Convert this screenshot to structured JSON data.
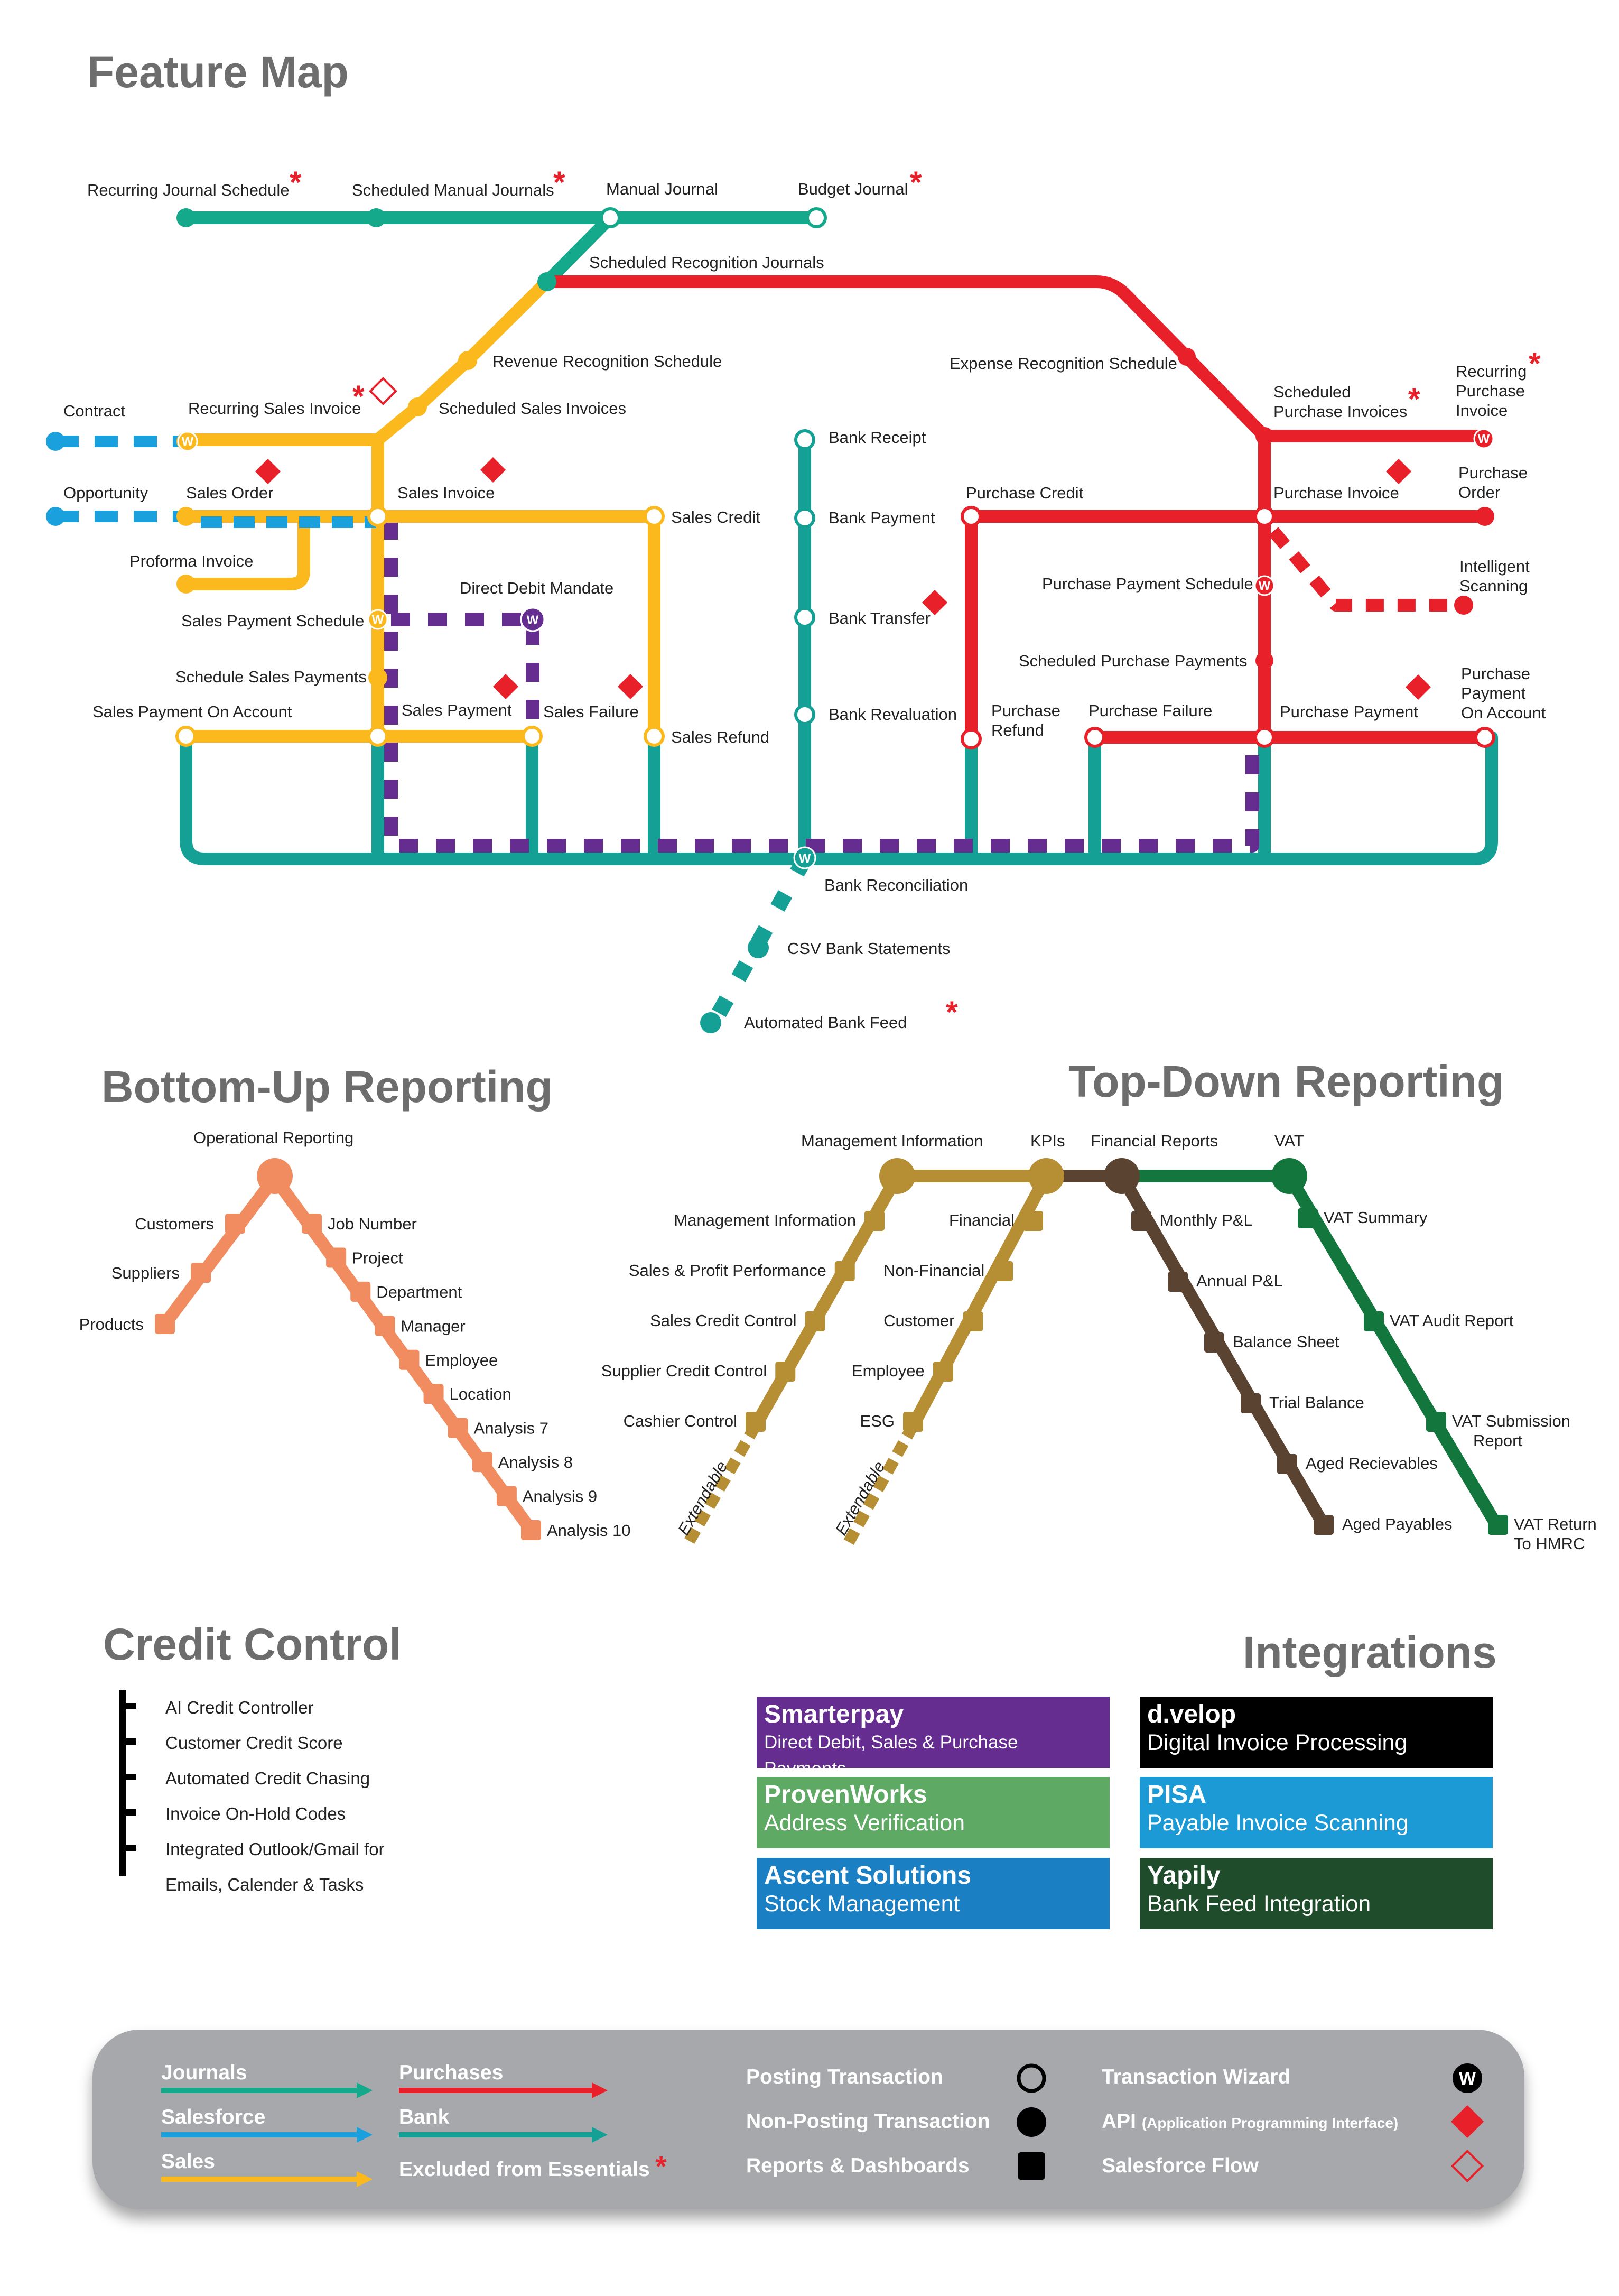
{
  "headings": {
    "feature_map": "Feature Map",
    "bottom_up": "Bottom-Up Reporting",
    "top_down": "Top-Down Reporting",
    "credit_control": "Credit Control",
    "integrations": "Integrations"
  },
  "star": "*",
  "colors": {
    "journals": "#14a98a",
    "salesforce": "#1aa0dc",
    "sales": "#fbb91e",
    "purchases": "#e8202a",
    "bank": "#15a096",
    "smarterpay": "#652d90",
    "bottom_up": "#f08c5f",
    "management": "#b68f34",
    "financial_reports": "#5a4331",
    "vat": "#13773d"
  },
  "feature_map": {
    "journals": {
      "recurring": "Recurring Journal Schedule",
      "scheduled_manual": "Scheduled Manual Journals",
      "manual": "Manual Journal",
      "budget": "Budget Journal",
      "scheduled_recognition": "Scheduled Recognition Journals"
    },
    "salesforce": {
      "contract": "Contract",
      "opportunity": "Opportunity"
    },
    "sales": {
      "revenue_recognition": "Revenue Recognition Schedule",
      "scheduled_sales_invoices": "Scheduled Sales Invoices",
      "recurring_sales_invoice": "Recurring Sales Invoice",
      "sales_order": "Sales Order",
      "sales_invoice": "Sales Invoice",
      "sales_credit": "Sales Credit",
      "proforma_invoice": "Proforma Invoice",
      "sales_payment_schedule": "Sales Payment Schedule",
      "schedule_sales_payments": "Schedule Sales Payments",
      "sales_payment_on_account": "Sales Payment On Account",
      "sales_payment": "Sales Payment",
      "sales_failure": "Sales Failure",
      "sales_refund": "Sales Refund"
    },
    "smarterpay": {
      "direct_debit_mandate": "Direct Debit Mandate"
    },
    "bank": {
      "receipt": "Bank Receipt",
      "payment": "Bank Payment",
      "transfer": "Bank Transfer",
      "revaluation": "Bank Revaluation",
      "reconciliation": "Bank Reconciliation",
      "csv": "CSV Bank Statements",
      "automated_feed": "Automated Bank Feed"
    },
    "purchases": {
      "expense_recognition": "Expense Recognition Schedule",
      "scheduled_purchase_invoices_1": "Scheduled",
      "scheduled_purchase_invoices_2": "Purchase Invoices",
      "recurring_purchase_invoice_1": "Recurring",
      "recurring_purchase_invoice_2": "Purchase",
      "recurring_purchase_invoice_3": "Invoice",
      "purchase_credit": "Purchase Credit",
      "purchase_invoice": "Purchase Invoice",
      "purchase_order_1": "Purchase",
      "purchase_order_2": "Order",
      "intelligent_scanning_1": "Intelligent",
      "intelligent_scanning_2": "Scanning",
      "purchase_payment_schedule": "Purchase Payment Schedule",
      "scheduled_purchase_payments": "Scheduled Purchase Payments",
      "purchase_refund_1": "Purchase",
      "purchase_refund_2": "Refund",
      "purchase_failure": "Purchase Failure",
      "purchase_payment": "Purchase Payment",
      "purchase_payment_on_account_1": "Purchase",
      "purchase_payment_on_account_2": "Payment",
      "purchase_payment_on_account_3": "On Account"
    },
    "wizard_letter": "W"
  },
  "bottom_up": {
    "top": "Operational Reporting",
    "left": [
      "Customers",
      "Suppliers",
      "Products"
    ],
    "right": [
      "Job Number",
      "Project",
      "Department",
      "Manager",
      "Employee",
      "Location",
      "Analysis 7",
      "Analysis 8",
      "Analysis 9",
      "Analysis 10"
    ]
  },
  "top_down": {
    "management_information": "Management Information",
    "kpis": "KPIs",
    "financial_reports": "Financial Reports",
    "vat": "VAT",
    "mi_items": [
      "Management Information",
      "Sales & Profit Performance",
      "Sales Credit Control",
      "Supplier Credit Control",
      "Cashier Control"
    ],
    "kpi_items": [
      "Financial",
      "Non-Financial",
      "Customer",
      "Employee",
      "ESG"
    ],
    "fr_items": [
      "Monthly P&L",
      "Annual P&L",
      "Balance Sheet",
      "Trial Balance",
      "Aged Recievables",
      "Aged Payables"
    ],
    "vat_items": [
      "VAT Summary",
      "VAT Audit Report",
      "VAT Submission",
      "Report",
      "VAT Return",
      "To HMRC"
    ],
    "extendable": "Extendable"
  },
  "credit_control": {
    "items": [
      "AI Credit Controller",
      "Customer Credit Score",
      "Automated Credit Chasing",
      "Invoice On-Hold Codes",
      "Integrated Outlook/Gmail for",
      "Emails, Calender & Tasks"
    ]
  },
  "integrations": [
    {
      "title": "Smarterpay",
      "sub": "Direct Debit, Sales & Purchase Payments",
      "color": "#652d90"
    },
    {
      "title": "d.velop",
      "sub": "Digital Invoice Processing",
      "color": "#000000"
    },
    {
      "title": "ProvenWorks",
      "sub": "Address Verification",
      "color": "#5ea964"
    },
    {
      "title": "PISA",
      "sub": "Payable Invoice Scanning",
      "color": "#1c9ad6"
    },
    {
      "title": "Ascent Solutions",
      "sub": "Stock Management",
      "color": "#1b7fc4"
    },
    {
      "title": "Yapily",
      "sub": "Bank Feed Integration",
      "color": "#1f4d2b"
    }
  ],
  "legend": {
    "journals": "Journals",
    "salesforce": "Salesforce",
    "sales": "Sales",
    "purchases": "Purchases",
    "bank": "Bank",
    "excluded": "Excluded from Essentials",
    "posting": "Posting Transaction",
    "non_posting": "Non-Posting Transaction",
    "reports": "Reports & Dashboards",
    "wizard": "Transaction Wizard",
    "api": "API",
    "api_detail": "(Application Programming Interface)",
    "salesforce_flow": "Salesforce Flow"
  }
}
